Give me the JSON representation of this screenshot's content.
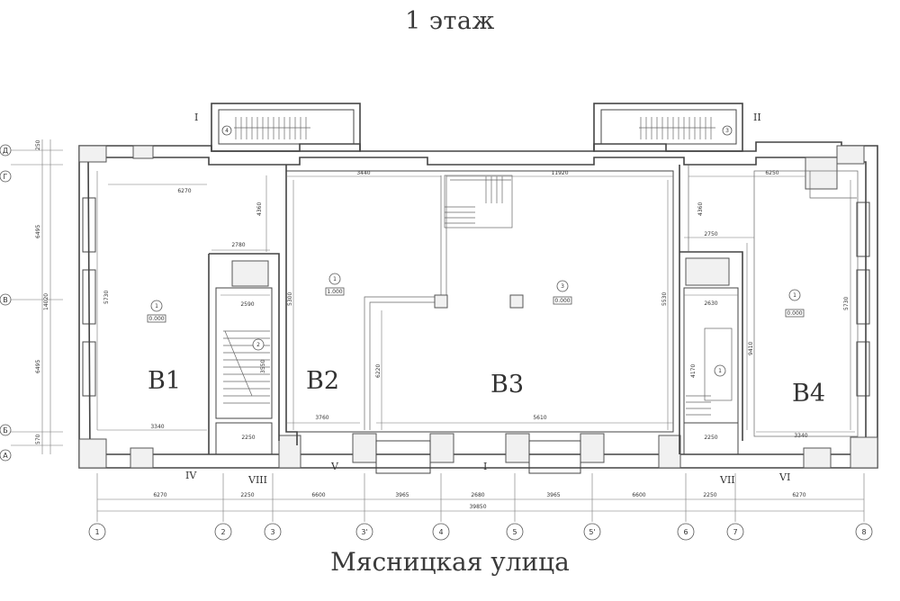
{
  "title": "1 этаж",
  "street": "Мясницкая улица",
  "units": [
    "B1",
    "B2",
    "B3",
    "B4"
  ],
  "room_numbers": {
    "b1": "1",
    "b1_stair": "2",
    "b2": "1",
    "b3": "3",
    "b4": "1",
    "b4_inner": "1",
    "stair_top_left": "4",
    "stair_top_right": "3"
  },
  "room_levels": {
    "b1": "0.000",
    "b2": "1.000",
    "b3": "0.000",
    "b4": "0.000"
  },
  "section_marks": [
    "I",
    "II",
    "IV",
    "VIII",
    "V",
    "I",
    "VII",
    "VI"
  ],
  "column_axes": [
    "1",
    "2",
    "3",
    "3'",
    "4",
    "5",
    "5'",
    "6",
    "7",
    "8"
  ],
  "row_axes": [
    "Д",
    "Г",
    "В",
    "Б",
    "А"
  ],
  "bottom_dims": [
    "6270",
    "2250",
    "6600",
    "3965",
    "2680",
    "3965",
    "6600",
    "2250",
    "6270"
  ],
  "overall_dim": "39850",
  "left_dims": [
    "250",
    "6495",
    "14020",
    "6495",
    "570"
  ],
  "inner_dims": {
    "b1_width": "6270",
    "b1_height": "5730",
    "b1_bottom": "3340",
    "b1_side": "4360",
    "b1_stair_top": "2780",
    "b1_stair_inner": "2590",
    "b1_stair_h": "3550",
    "b1_stair_bottom": "2250",
    "b2_top": "3440",
    "b2_height": "5300",
    "b2_bottom": "3760",
    "b3_top": "11920",
    "b3_height": "5530",
    "b3_inner_h": "6220",
    "b3_bottom": "5610",
    "b4_top": "6250",
    "b4_side": "4360",
    "b4_height": "5730",
    "b4_bottom": "3340",
    "b4_stair_top": "2750",
    "b4_stair_inner": "2630",
    "b4_stair_h": "4170",
    "b4_side_h": "9410",
    "b4_stair_bottom": "2250"
  }
}
